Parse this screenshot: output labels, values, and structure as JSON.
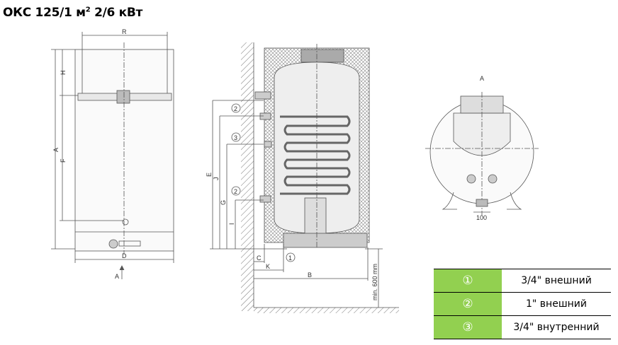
{
  "title": {
    "main": "ОКС 125/1 м",
    "sup": "2",
    "rest": " 2/6 кВт"
  },
  "front_view": {
    "labels": {
      "R": "R",
      "H": "H",
      "A": "A",
      "F": "F",
      "D": "D",
      "arrow": "A"
    }
  },
  "side_view": {
    "labels": {
      "E": "E",
      "J": "J",
      "G": "G",
      "I": "I",
      "C": "C",
      "K": "K",
      "B": "B",
      "min": "min. 600 mm",
      "c1": "①",
      "c2a": "②",
      "c2b": "②",
      "c3": "③"
    }
  },
  "top_view": {
    "labels": {
      "A": "A",
      "dim": "100"
    }
  },
  "legend": [
    {
      "symbol": "①",
      "text": "3/4\" внешний"
    },
    {
      "symbol": "②",
      "text": "1\" внешний"
    },
    {
      "symbol": "③",
      "text": "3/4\" внутренний"
    }
  ],
  "colors": {
    "legend_green": "#92d050"
  }
}
